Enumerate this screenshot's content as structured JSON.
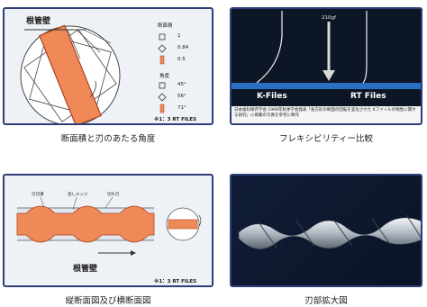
{
  "panels": {
    "cross_section": {
      "title": "根管壁",
      "area_heading": "断面積",
      "area_items": [
        {
          "shape": "square-icon",
          "value": "1"
        },
        {
          "shape": "diamond-icon",
          "value": "0.84"
        },
        {
          "shape": "rectangle-icon",
          "value": "0.5"
        }
      ],
      "angle_heading": "角度",
      "angle_items": [
        {
          "shape": "square-icon",
          "value": "45°"
        },
        {
          "shape": "diamond-icon",
          "value": "56°"
        },
        {
          "shape": "rectangle-icon",
          "value": "71°"
        }
      ],
      "note": "※1：3 RT FILES",
      "caption": "断面積と刃のあたる角度"
    },
    "flexibility": {
      "weight": "210gf",
      "left_label": "K-Files",
      "right_label": "RT Files",
      "source_text": "日本歯科保存学会 1999年秋季学会発表「長方形の断面の回転を変化させた Kファイルの物性に関する研究」に掲載の写真を参考に製作",
      "caption": "フレキシビリティー比較"
    },
    "longitudinal": {
      "label_a": "刃切溝",
      "label_b": "逃しエッジ",
      "label_c": "切れ刃",
      "title": "根管壁",
      "note": "※1：3 RT FILES",
      "caption": "縦断面図及び横断面図"
    },
    "blade": {
      "caption": "刃部拡大図"
    }
  },
  "colors": {
    "frame": "#2f3e7a",
    "orange": "#ef8a58",
    "blue_band": "#2a6fc4",
    "dark_bg": "#0c1624"
  }
}
